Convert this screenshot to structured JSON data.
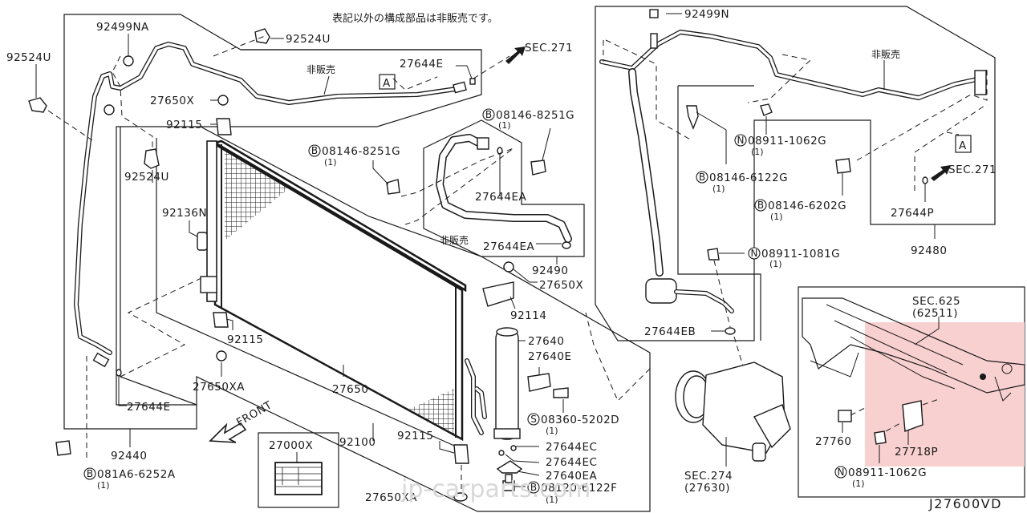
{
  "diagram_code": "J27600VD",
  "header_note": "表記以外の構成部品は非販売です。",
  "watermark": "jp-carparts.com",
  "not_sold_label": "非販売",
  "front_label": "FRONT",
  "highlight_color": "#f9d0d0",
  "callout_A": "A",
  "labels": {
    "p92524U_left": "92524U",
    "p92499NA": "92499NA",
    "p92524U_top": "92524U",
    "p27644E_top": "27644E",
    "sec271_top": "SEC.271",
    "p27650X_top": "27650X",
    "p92115_top": "92115",
    "p92524U_mid": "92524U",
    "p92136N": "92136N",
    "p92115_mid": "92115",
    "p27650XA_mid": "27650XA",
    "p27644E_bottom": "27644E",
    "p92440": "92440",
    "p27650": "27650",
    "p92100": "92100",
    "p92115_bottom": "92115",
    "p27650XA_bottom": "27650XA",
    "p27000X": "27000X",
    "p27644EA_upper": "27644EA",
    "p27644EA_lower": "27644EA",
    "p92490": "92490",
    "p27650X_mid": "27650X",
    "p92114": "92114",
    "p27640": "27640",
    "p27640E": "27640E",
    "p27644EC_1": "27644EC",
    "p27644EC_2": "27644EC",
    "p27640EA": "27640EA",
    "p92499N": "92499N",
    "p27644P": "27644P",
    "sec271_right": "SEC.271",
    "p92480": "92480",
    "p27644EB": "27644EB",
    "sec274": "SEC.274",
    "sec274_sub": "(27630)",
    "sec625": "SEC.625",
    "sec625_sub": "(62511)",
    "p27760": "27760",
    "p27718P": "27718P"
  },
  "fasteners": [
    {
      "id": "b_8251_left",
      "type": "B",
      "part": "08146-8251G",
      "qty": "(1)"
    },
    {
      "id": "b_8251_top",
      "type": "B",
      "part": "08146-8251G",
      "qty": "(1)"
    },
    {
      "id": "b_6252a",
      "type": "B",
      "part": "081A6-6252A",
      "qty": "(1)"
    },
    {
      "id": "s_5202d",
      "type": "S",
      "part": "08360-5202D",
      "qty": "(1)"
    },
    {
      "id": "b_6122f",
      "type": "B",
      "part": "08120-6122F",
      "qty": "(1)"
    },
    {
      "id": "n_1062g_top",
      "type": "N",
      "part": "08911-1062G",
      "qty": "(1)"
    },
    {
      "id": "b_6122g",
      "type": "B",
      "part": "08146-6122G",
      "qty": "(1)"
    },
    {
      "id": "b_6202g",
      "type": "B",
      "part": "08146-6202G",
      "qty": "(1)"
    },
    {
      "id": "n_1081g",
      "type": "N",
      "part": "08911-1081G",
      "qty": "(1)"
    },
    {
      "id": "n_1062g_bottom",
      "type": "N",
      "part": "08911-1062G",
      "qty": "(1)"
    }
  ]
}
